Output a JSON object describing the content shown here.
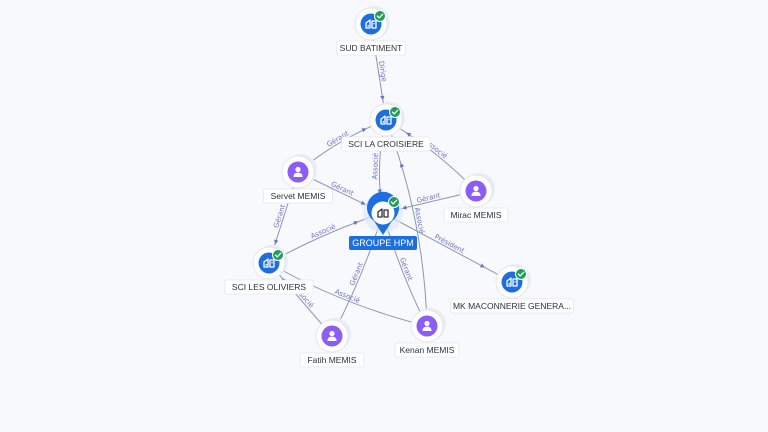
{
  "graph": {
    "center": {
      "id": "groupe_hpm",
      "label": "GROUPE HPM",
      "type": "company",
      "verified": true
    },
    "nodes": [
      {
        "id": "sud_batiment",
        "label": "SUD BATIMENT",
        "type": "company",
        "verified": true
      },
      {
        "id": "sci_la_croisiere",
        "label": "SCI LA CROISIERE",
        "type": "company",
        "verified": true
      },
      {
        "id": "servet_memis",
        "label": "Servet MEMIS",
        "type": "person",
        "verified": false
      },
      {
        "id": "mirac_memis",
        "label": "Mirac MEMIS",
        "type": "person",
        "verified": false
      },
      {
        "id": "sci_les_oliviers",
        "label": "SCI LES OLIVIERS",
        "type": "company",
        "verified": true
      },
      {
        "id": "mk_maconnerie",
        "label": "MK MACONNERIE GENERA...",
        "type": "company",
        "verified": true
      },
      {
        "id": "fatih_memis",
        "label": "Fatih MEMIS",
        "type": "person",
        "verified": false
      },
      {
        "id": "kenan_memis",
        "label": "Kenan MEMIS",
        "type": "person",
        "verified": false
      }
    ],
    "edges": [
      {
        "from": "sud_batiment",
        "to": "sci_la_croisiere",
        "label": "Dirige"
      },
      {
        "from": "sci_la_croisiere",
        "to": "groupe_hpm",
        "label": "Associé"
      },
      {
        "from": "servet_memis",
        "to": "sci_la_croisiere",
        "label": "Gérant"
      },
      {
        "from": "servet_memis",
        "to": "groupe_hpm",
        "label": "Gérant"
      },
      {
        "from": "servet_memis",
        "to": "sci_les_oliviers",
        "label": "Gérant"
      },
      {
        "from": "mirac_memis",
        "to": "sci_la_croisiere",
        "label": "Associé"
      },
      {
        "from": "mirac_memis",
        "to": "groupe_hpm",
        "label": "Gérant"
      },
      {
        "from": "sci_les_oliviers",
        "to": "groupe_hpm",
        "label": "Associé"
      },
      {
        "from": "groupe_hpm",
        "to": "mk_maconnerie",
        "label": "Président"
      },
      {
        "from": "fatih_memis",
        "to": "sci_les_oliviers",
        "label": "Associé"
      },
      {
        "from": "fatih_memis",
        "to": "groupe_hpm",
        "label": "Gérant"
      },
      {
        "from": "kenan_memis",
        "to": "groupe_hpm",
        "label": "Gérant"
      },
      {
        "from": "kenan_memis",
        "to": "sci_les_oliviers",
        "label": "Associé"
      },
      {
        "from": "kenan_memis",
        "to": "sci_la_croisiere",
        "label": "Associé"
      }
    ]
  },
  "icons": {
    "company": "building-icon",
    "person": "person-icon",
    "verified": "check-badge-icon",
    "center_marker": "location-pin-icon"
  },
  "colors": {
    "company": "#1d6fe0",
    "person": "#8b5cf6",
    "verified": "#1e9e5a",
    "edge": "#8e95b4",
    "edge_label": "#6b72c6",
    "background": "#f8f9fc"
  }
}
